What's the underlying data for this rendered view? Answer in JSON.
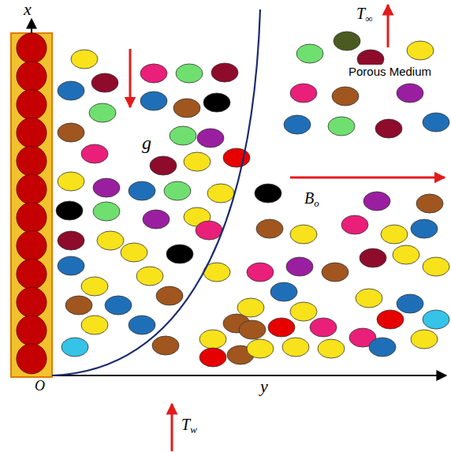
{
  "diagram": {
    "labels": [
      "x",
      "g",
      "T∞",
      "Porous Medium",
      "Bo",
      "O",
      "y",
      "Tw"
    ]
  }
}
